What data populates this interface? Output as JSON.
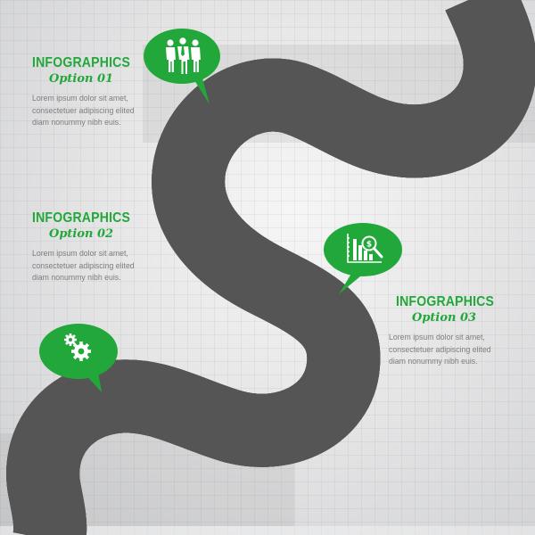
{
  "colors": {
    "accent_green": "#22a83a",
    "road_asphalt": "#2e2a29",
    "road_lines": "#ffffff",
    "body_text": "#7d7d7d"
  },
  "road": {
    "lanes": 2,
    "center_line": "dashed"
  },
  "options": [
    {
      "title": "INFOGRAPHICS",
      "subtitle": "Option 01",
      "body_lines": [
        "Lorem ipsum dolor sit amet,",
        "consectetuer adipiscing elited",
        "diam nonummy nibh euis."
      ],
      "icon": "people-group-icon"
    },
    {
      "title": "INFOGRAPHICS",
      "subtitle": "Option 02",
      "body_lines": [
        "Lorem ipsum dolor sit amet,",
        "consectetuer adipiscing elited",
        "diam nonummy nibh euis."
      ],
      "icon": "gears-icon"
    },
    {
      "title": "INFOGRAPHICS",
      "subtitle": "Option 03",
      "body_lines": [
        "Lorem ipsum dolor sit amet,",
        "consectetuer adipiscing elited",
        "diam nonummy nibh euis."
      ],
      "icon": "financial-analysis-icon"
    }
  ]
}
